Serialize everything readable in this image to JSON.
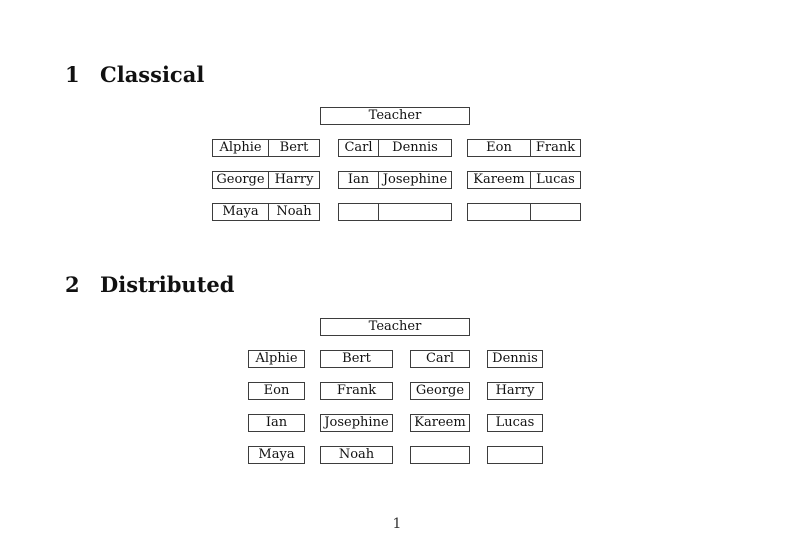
{
  "page_number": "1",
  "colors": {
    "border": "#3d3d3d",
    "text": "#111111",
    "background": "#ffffff"
  },
  "classical": {
    "number": "1",
    "title": "Classical",
    "teacher": "Teacher",
    "left_rows": [
      [
        "Alphie",
        "Bert"
      ],
      [
        "George",
        "Harry"
      ],
      [
        "Maya",
        "Noah"
      ]
    ],
    "middle_rows": [
      [
        "Carl",
        "Dennis"
      ],
      [
        "Ian",
        "Josephine"
      ],
      [
        "",
        ""
      ]
    ],
    "right_rows": [
      [
        "Eon",
        "Frank"
      ],
      [
        "Kareem",
        "Lucas"
      ],
      [
        "",
        ""
      ]
    ]
  },
  "distributed": {
    "number": "2",
    "title": "Distributed",
    "teacher": "Teacher",
    "rows": [
      [
        "Alphie",
        "Bert",
        "Carl",
        "Dennis"
      ],
      [
        "Eon",
        "Frank",
        "George",
        "Harry"
      ],
      [
        "Ian",
        "Josephine",
        "Kareem",
        "Lucas"
      ],
      [
        "Maya",
        "Noah",
        "",
        ""
      ]
    ]
  }
}
